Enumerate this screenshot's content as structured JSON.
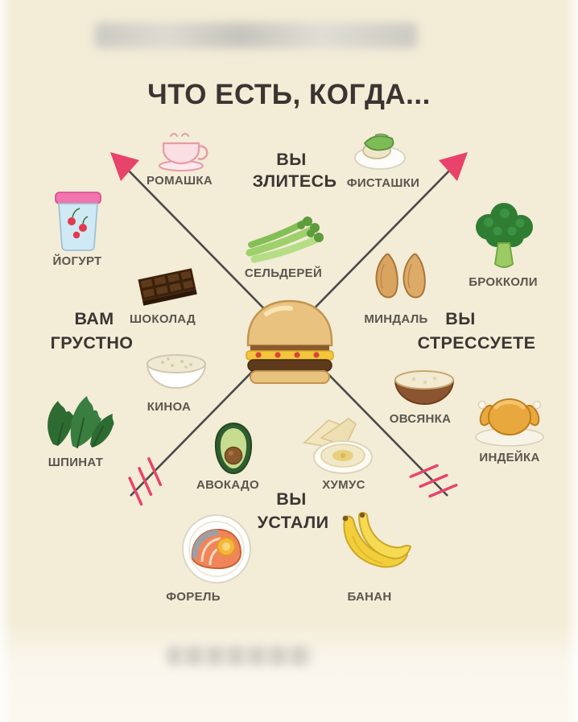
{
  "title": "ЧТО ЕСТЬ, КОГДА...",
  "moods": {
    "angry": {
      "line1": "ВЫ",
      "line2": "ЗЛИТЕСЬ"
    },
    "sad": {
      "line1": "ВАМ",
      "line2": "ГРУСТНО"
    },
    "stressed": {
      "line1": "ВЫ",
      "line2": "СТРЕССУЕТЕ"
    },
    "tired": {
      "line1": "ВЫ",
      "line2": "УСТАЛИ"
    }
  },
  "foods": {
    "chamomile": "РОМАШКА",
    "pistachios": "ФИСТАШКИ",
    "yogurt": "ЙОГУРТ",
    "celery": "СЕЛЬДЕРЕЙ",
    "broccoli": "БРОККОЛИ",
    "chocolate": "ШОКОЛАД",
    "almonds": "МИНДАЛЬ",
    "quinoa": "КИНОА",
    "oatmeal": "ОВСЯНКА",
    "spinach": "ШПИНАТ",
    "turkey": "ИНДЕЙКА",
    "avocado": "АВОКАДО",
    "hummus": "ХУМУС",
    "trout": "ФОРЕЛЬ",
    "banana": "БАНАН"
  },
  "colors": {
    "background": "#f3ecd7",
    "arrow_shaft": "#4a4a4a",
    "arrow_accent": "#e8436b",
    "title_text": "#3a3531",
    "mood_text": "#3a3632",
    "label_text": "#5a564e"
  }
}
